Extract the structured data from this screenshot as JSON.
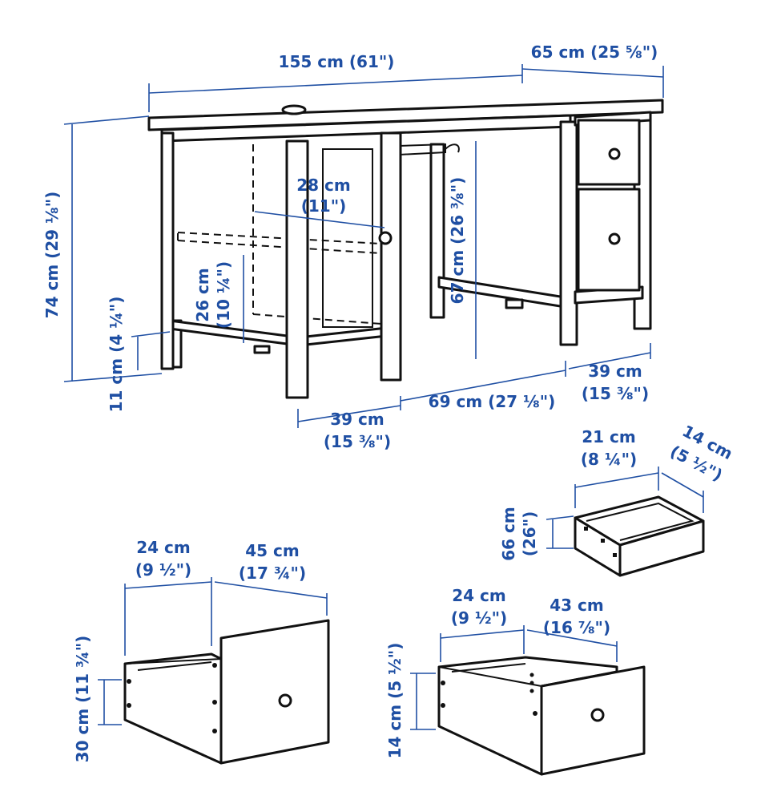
{
  "colors": {
    "dimension": "#1f4fa3",
    "outline": "#111111",
    "background": "#ffffff"
  },
  "desk": {
    "width": {
      "line1": "155 cm (61\")"
    },
    "depth": {
      "line1": "65 cm (25 ⅝\")"
    },
    "height": {
      "line1": "74 cm (29 ⅛\")"
    },
    "shelf_depth": {
      "line1": "28 cm",
      "line2": "(11\")"
    },
    "shelf_clearance": {
      "line1": "26 cm",
      "line2": "(10 ¼\")"
    },
    "knee_height": {
      "line1": "67 cm (26 ⅜\")"
    },
    "floor_clearance": {
      "line1": "11 cm (4 ¼\")"
    },
    "left_section_width": {
      "line1": "39 cm",
      "line2": "(15 ⅜\")"
    },
    "knee_width": {
      "line1": "69 cm (27 ⅛\")"
    },
    "right_section_width": {
      "line1": "39 cm",
      "line2": "(15 ⅜\")"
    }
  },
  "small_tray": {
    "width": {
      "line1": "21 cm",
      "line2": "(8 ¼\")"
    },
    "depth": {
      "line1": "14 cm",
      "line2": "(5 ½\")"
    },
    "height": {
      "line1": "66 cm",
      "line2": "(26\")"
    }
  },
  "large_drawer": {
    "width": {
      "line1": "24 cm",
      "line2": "(9 ½\")"
    },
    "depth": {
      "line1": "45 cm",
      "line2": "(17 ¾\")"
    },
    "height": {
      "line1": "30 cm (11 ¾\")"
    }
  },
  "small_drawer": {
    "width": {
      "line1": "24 cm",
      "line2": "(9 ½\")"
    },
    "depth": {
      "line1": "43 cm",
      "line2": "(16 ⅞\")"
    },
    "height": {
      "line1": "14 cm (5 ½\")"
    }
  }
}
